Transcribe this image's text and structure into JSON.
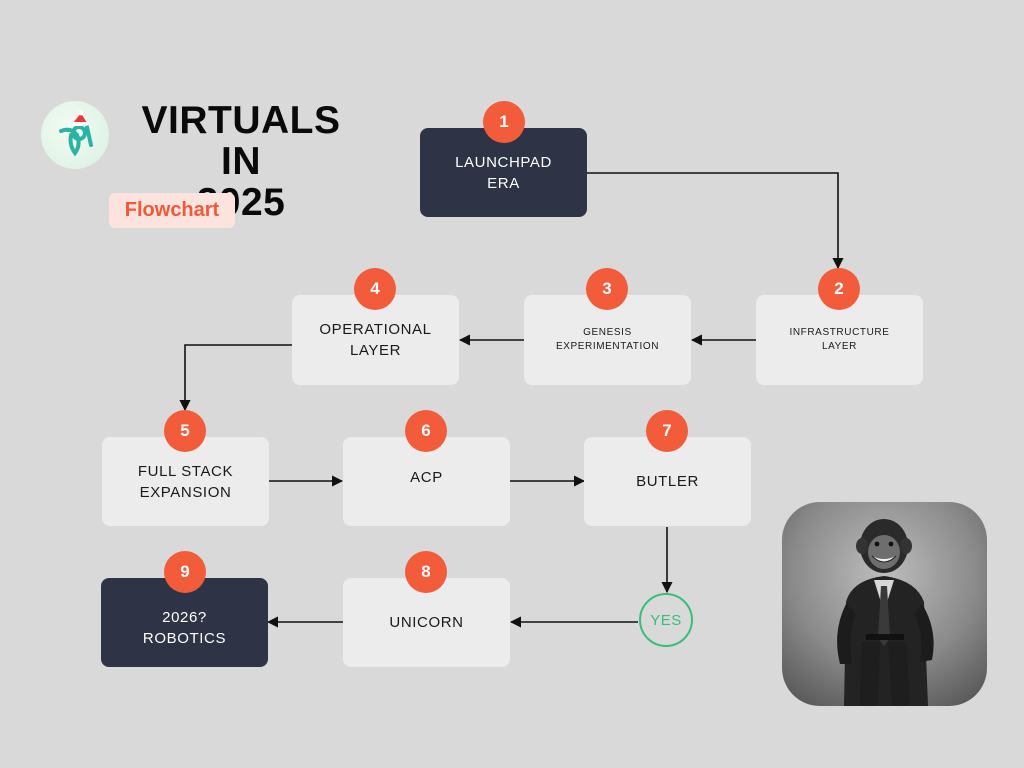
{
  "header": {
    "title_line1": "VIRTUALS IN",
    "title_line2": "2025",
    "tag": "Flowchart"
  },
  "steps": [
    {
      "number": "1",
      "label": "LAUNCHPAD\nERA"
    },
    {
      "number": "2",
      "label": "INFRASTRUCTURE\nLAYER"
    },
    {
      "number": "3",
      "label": "GENESIS\nEXPERIMENTATION"
    },
    {
      "number": "4",
      "label": "OPERATIONAL\nLAYER"
    },
    {
      "number": "5",
      "label": "FULL STACK\nEXPANSION"
    },
    {
      "number": "6",
      "label": "ACP"
    },
    {
      "number": "7",
      "label": "BUTLER"
    },
    {
      "number": "8",
      "label": "UNICORN"
    },
    {
      "number": "9",
      "label": "2026?\nROBOTICS"
    }
  ],
  "decision": {
    "label": "YES"
  },
  "colors": {
    "background": "#d9d9d9",
    "box_light": "#ececec",
    "box_dark": "#2e3445",
    "badge": "#f25c3b",
    "accent_green": "#3bbd7a",
    "tag_text": "#ee5a3a",
    "tag_bg": "#fde3dd"
  },
  "icons": {
    "logo": "virtuals-logo-icon",
    "photo": "chimp-in-suit-photo"
  }
}
